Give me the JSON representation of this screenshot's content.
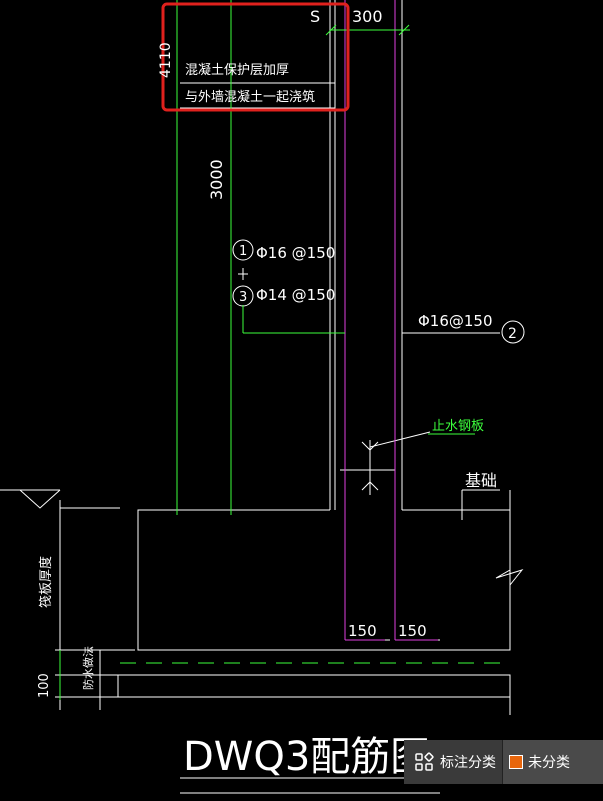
{
  "annotation_box": {
    "line1": "混凝土保护层加厚",
    "line2": "与外墙混凝土一起浇筑",
    "highlight_color": "#e0211d"
  },
  "dimensions": {
    "s_label": "S",
    "top_300": "300",
    "vert_4110": "4110",
    "vert_3000": "3000",
    "bottom_150_left": "150",
    "bottom_150_right": "150",
    "raft_thickness": "筏板厚度",
    "waterproof_layer": "防水做法",
    "base_100": "100"
  },
  "rebar": {
    "bar1_num": "1",
    "bar1_spec": "Φ16 @150",
    "bar3_num": "3",
    "bar3_spec": "Φ14 @150",
    "bar2_num": "2",
    "bar2_spec": "Φ16@150"
  },
  "labels": {
    "waterstop": "止水钢板",
    "foundation": "基础"
  },
  "title": "DWQ3配筋图",
  "toolbar": {
    "annotation_category": "标注分类",
    "uncategorized": "未分类",
    "swatch_color": "#e8660c"
  }
}
